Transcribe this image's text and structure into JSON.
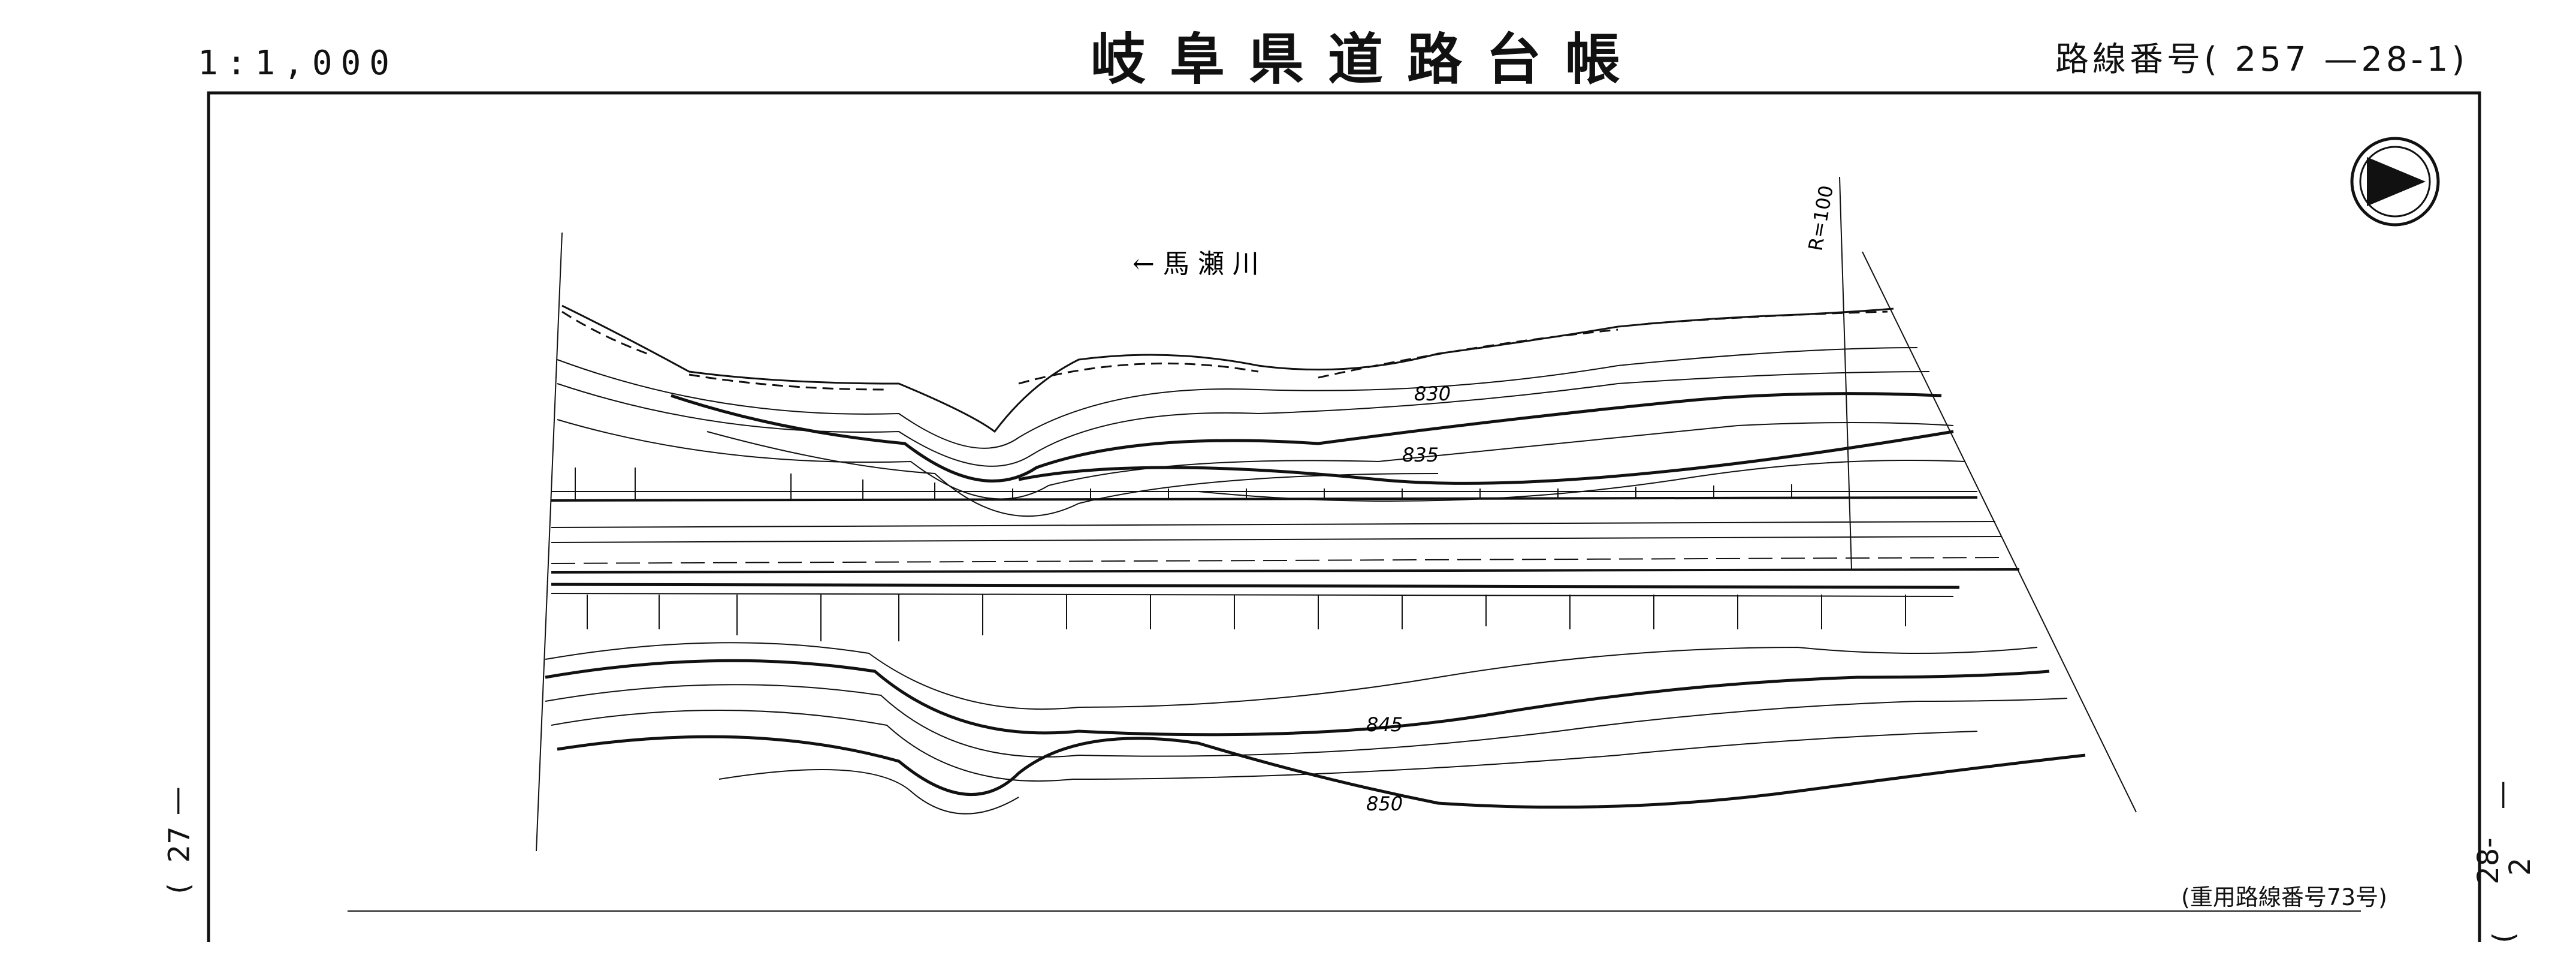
{
  "header": {
    "scale": "1:1,000",
    "title": "岐阜県道路台帳",
    "route_number": "路線番号( 257 —28-1)"
  },
  "page_refs": {
    "left": [
      "—",
      "27",
      ")"
    ],
    "right": [
      "—",
      "28-2",
      ")"
    ]
  },
  "map": {
    "river_label": "← 馬 瀬 川",
    "curve_radius": "R=100",
    "contours": [
      "830",
      "835",
      "845",
      "850"
    ],
    "north_arrow": "north-arrow-icon"
  },
  "footer_note": "(重用路線番号73号)"
}
